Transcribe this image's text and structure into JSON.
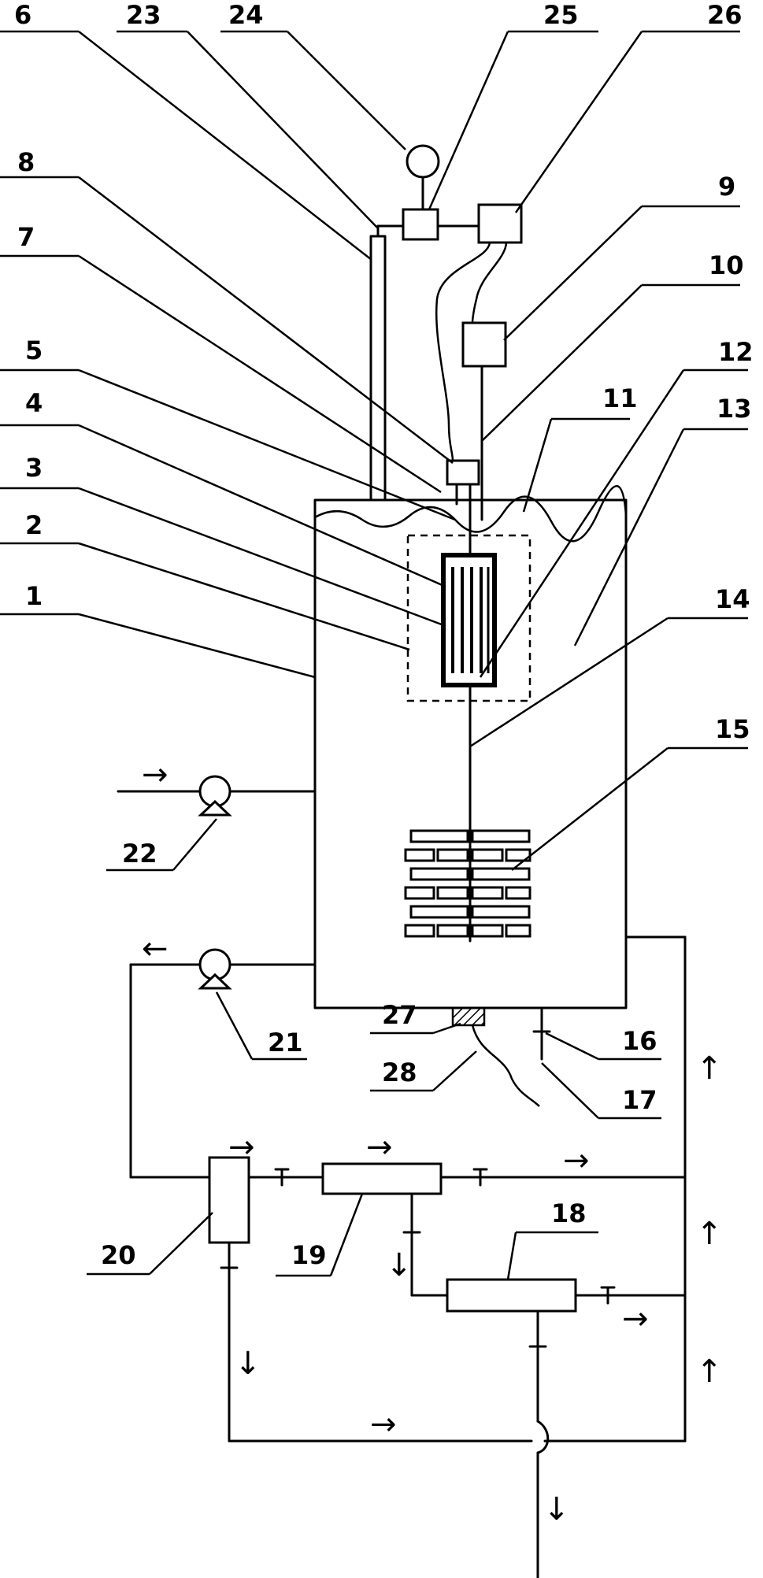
{
  "labels": {
    "l1": "1",
    "l2": "2",
    "l3": "3",
    "l4": "4",
    "l5": "5",
    "l6": "6",
    "l7": "7",
    "l8": "8",
    "l9": "9",
    "l10": "10",
    "l11": "11",
    "l12": "12",
    "l13": "13",
    "l14": "14",
    "l15": "15",
    "l16": "16",
    "l17": "17",
    "l18": "18",
    "l19": "19",
    "l20": "20",
    "l21": "21",
    "l22": "22",
    "l23": "23",
    "l24": "24",
    "l25": "25",
    "l26": "26",
    "l27": "27",
    "l28": "28"
  },
  "arrows": {
    "right": "→",
    "left": "←",
    "up": "↑",
    "down": "↓"
  }
}
